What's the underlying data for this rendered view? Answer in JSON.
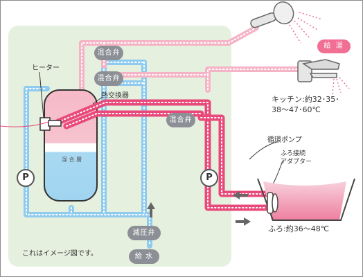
{
  "labels": {
    "heater": "ヒーター",
    "heat_exchanger": "熱交換器",
    "mixing_valve_1": "混合弁",
    "mixing_valve_2": "混合弁",
    "mixing_valve_3": "混合弁",
    "mixing_layer": "混 合 層",
    "pump_symbol_1": "P",
    "pump_symbol_2": "P",
    "circulation_pump": "循環ポンプ",
    "bath_adapter_line1": "ふろ接続",
    "bath_adapter_line2": "アダプター",
    "hot_water_supply": "給 湯",
    "kitchen_line1": "キッチン:約32･35･",
    "kitchen_line2": "38～47･60℃",
    "bath_temp": "ふろ:約36～48℃",
    "pressure_reducing_valve": "減圧弁",
    "water_supply": "給 水",
    "caption": "これはイメージ図です。"
  },
  "colors": {
    "cold_pipe": "#8fcbef",
    "hot_pipe_light": "#f5b4c6",
    "hot_pipe_deep": "#e8497a",
    "panel_background": "#e6f0df",
    "pill_grey": "#8c8f95",
    "hot_supply_pill": "#f06f93"
  }
}
